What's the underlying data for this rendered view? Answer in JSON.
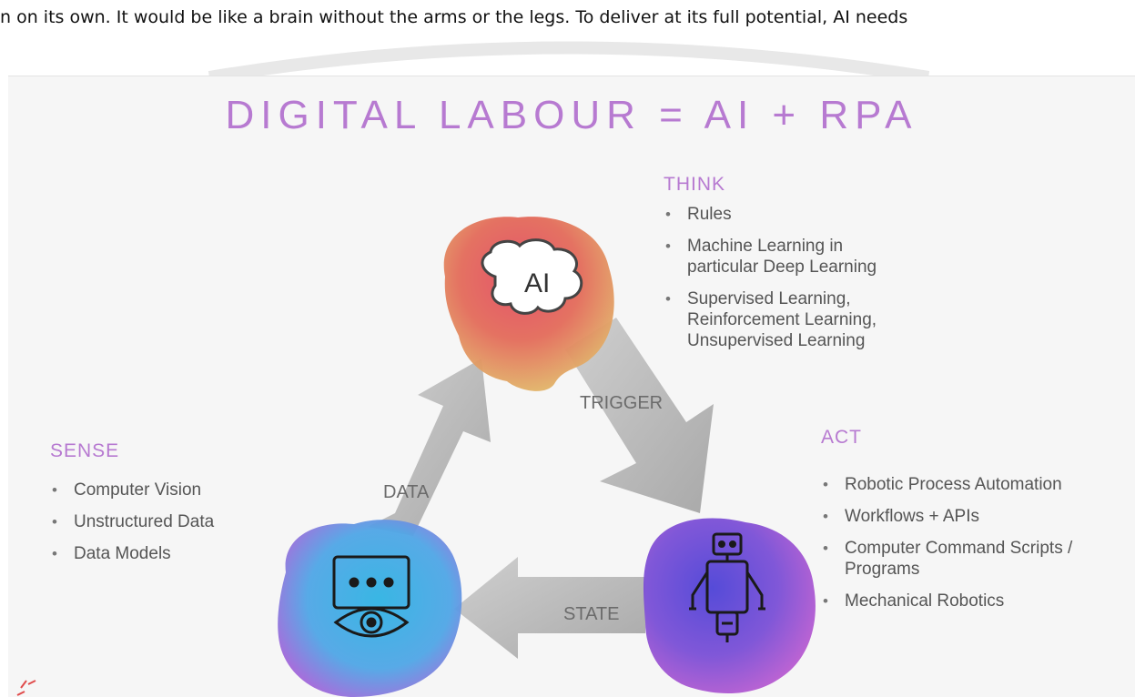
{
  "header_text": "n on its own. It would be like a brain without the arms or the legs. To deliver at its full potential, AI needs",
  "diagram": {
    "title": "DIGITAL LABOUR = AI + RPA",
    "ai_label": "AI",
    "think": {
      "heading": "THINK",
      "items": [
        "Rules",
        "Machine Learning in\nparticular Deep Learning",
        "Supervised Learning,\nReinforcement Learning,\nUnsupervised Learning"
      ]
    },
    "sense": {
      "heading": "SENSE",
      "items": [
        "Computer Vision",
        "Unstructured Data",
        "Data Models"
      ]
    },
    "act": {
      "heading": "ACT",
      "items": [
        "Robotic Process Automation",
        "Workflows + APIs",
        "Computer Command Scripts /\nPrograms",
        "Mechanical Robotics"
      ]
    },
    "arrows": {
      "trigger": "TRIGGER",
      "data": "DATA",
      "state": "STATE"
    },
    "icons": [
      "brain-icon",
      "eye-screen-icon",
      "robot-icon"
    ],
    "colors": {
      "accent": "#b77ad1",
      "ai_blob": "#e0506a",
      "sense_blob": "#3fb6e0",
      "act_blob": "#6a4ad8"
    }
  }
}
